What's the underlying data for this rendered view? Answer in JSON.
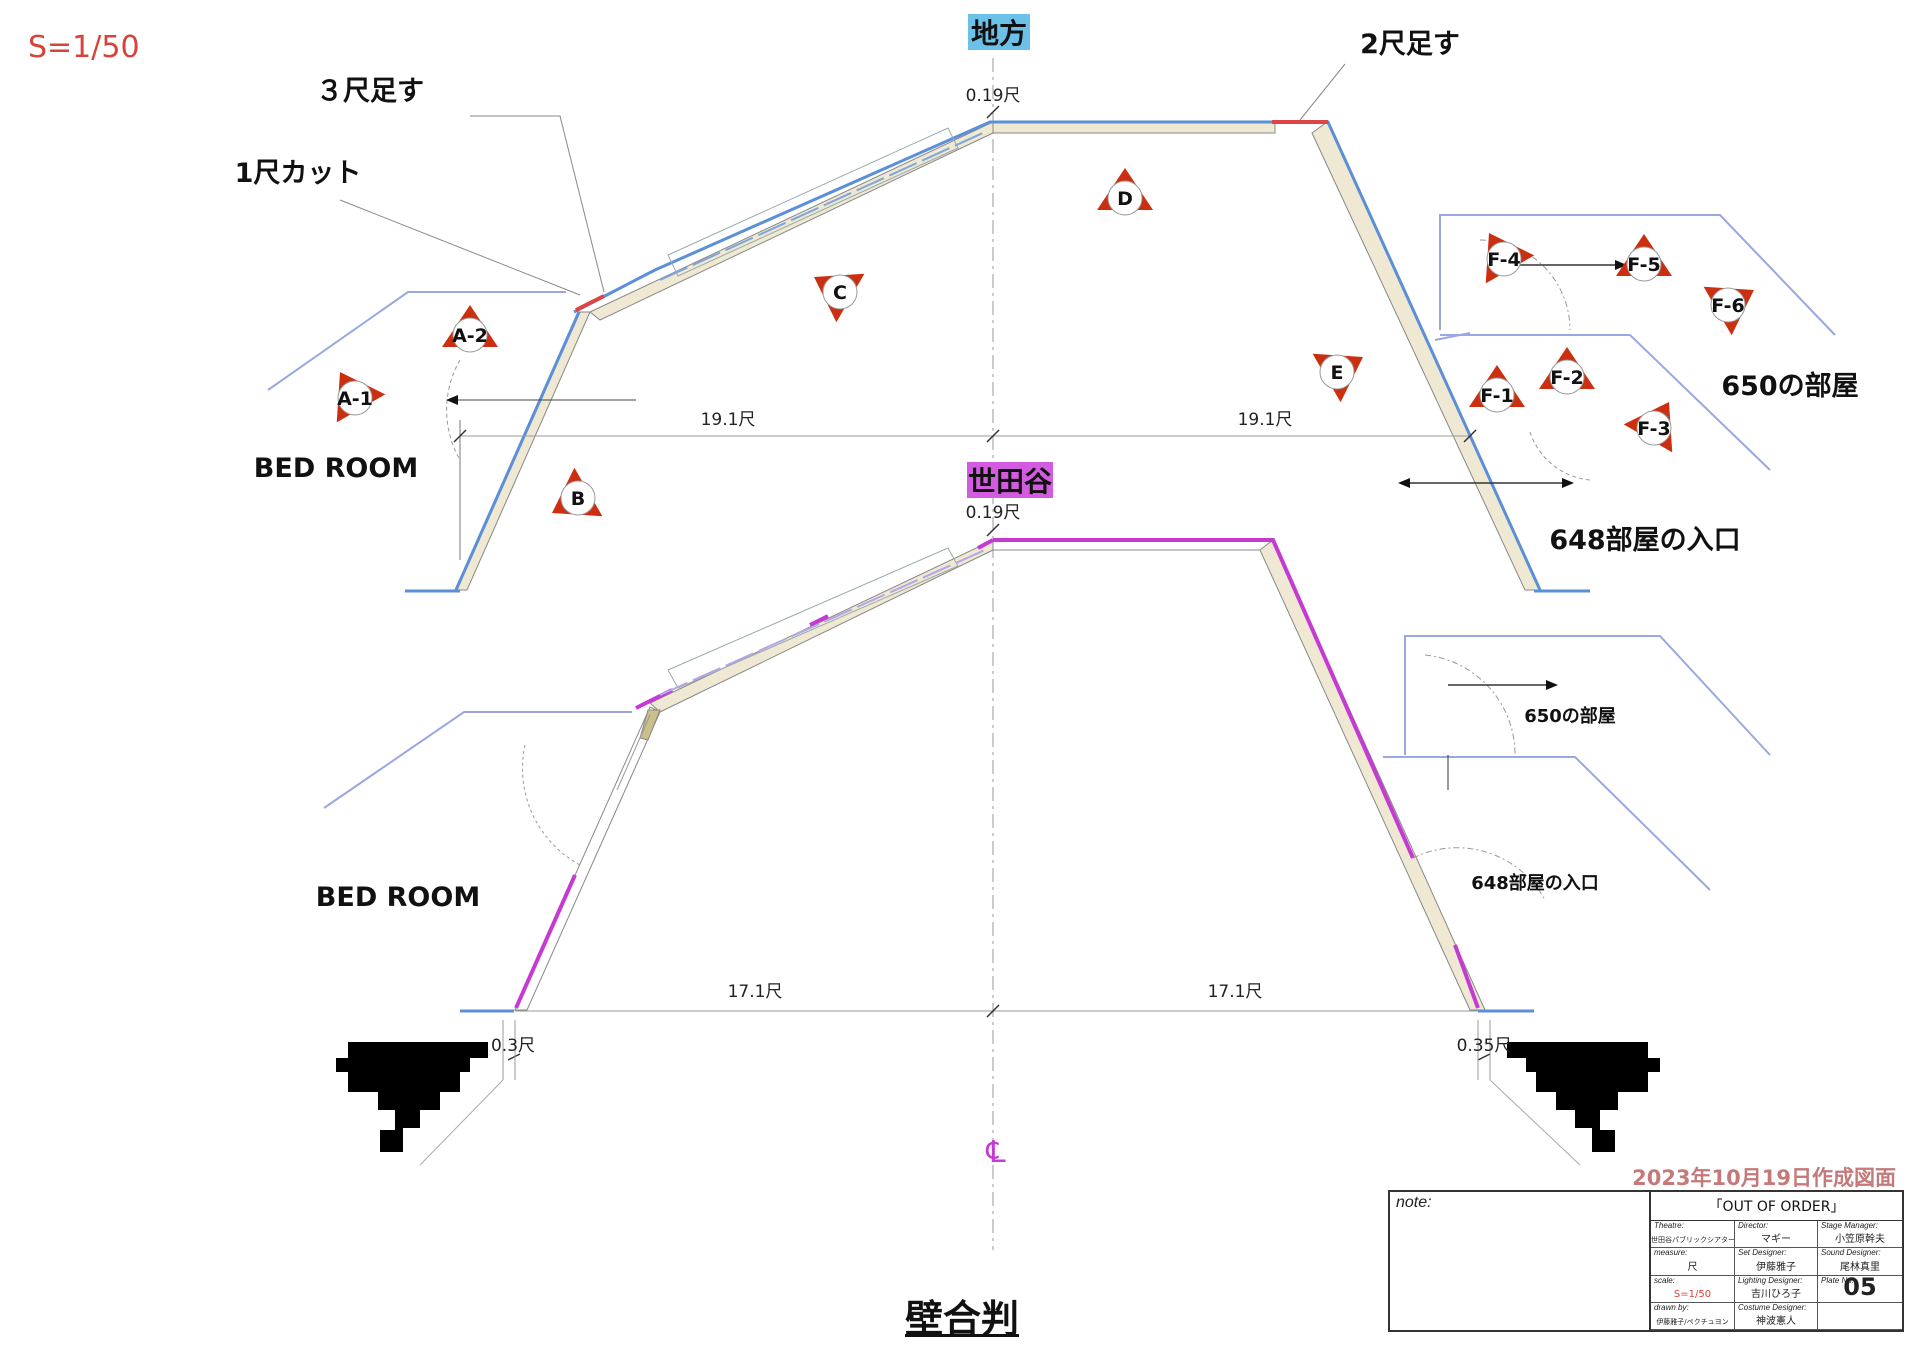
{
  "scale": "S=1/50",
  "date_note": "2023年10月19日作成図面",
  "title": "壁合判",
  "top_plan": {
    "label": "地方",
    "label_color": "#6cc1e8",
    "wall_color": "#5b8fd8",
    "add_3": "３尺足す",
    "cut_1": "1尺カット",
    "add_2": "2尺足す",
    "offset": "0.19尺",
    "width_left": "19.1尺",
    "width_right": "19.1尺",
    "bed_room": "BED ROOM",
    "room_650": "650の部屋",
    "entrance_648": "648部屋の入口",
    "markers": [
      "A-1",
      "A-2",
      "B",
      "C",
      "D",
      "E",
      "F-1",
      "F-2",
      "F-3",
      "F-4",
      "F-5",
      "F-6"
    ]
  },
  "bottom_plan": {
    "label": "世田谷",
    "label_color": "#d25be0",
    "wall_color": "#c43ad3",
    "offset": "0.19尺",
    "width_left": "17.1尺",
    "width_right": "17.1尺",
    "bed_room": "BED ROOM",
    "room_650": "650の部屋",
    "entrance_648": "648部屋の入口",
    "gap_left": "0.3尺",
    "gap_right": "0.35尺"
  },
  "centerline_mark": "℄",
  "title_block": {
    "note_label": "note:",
    "show": "「OUT OF ORDER」",
    "theatre_k": "Theatre:",
    "theatre_v": "世田谷パブリックシアター",
    "director_k": "Director:",
    "director_v": "マギー",
    "sm_k": "Stage Manager:",
    "sm_v": "小笠原幹夫",
    "measure_k": "measure:",
    "measure_v": "尺",
    "set_k": "Set Designer:",
    "set_v": "伊藤雅子",
    "sound_k": "Sound Designer:",
    "sound_v": "尾林真里",
    "scale_k": "scale:",
    "scale_v": "S=1/50",
    "light_k": "Lighting Designer:",
    "light_v": "吉川ひろ子",
    "plate_k": "Plate No:",
    "plate_v": "05",
    "drawn_k": "drawn by:",
    "drawn_v": "伊藤雅子/ペクチュヨン",
    "costume_k": "Costume Designer:",
    "costume_v": "神波憲人"
  }
}
